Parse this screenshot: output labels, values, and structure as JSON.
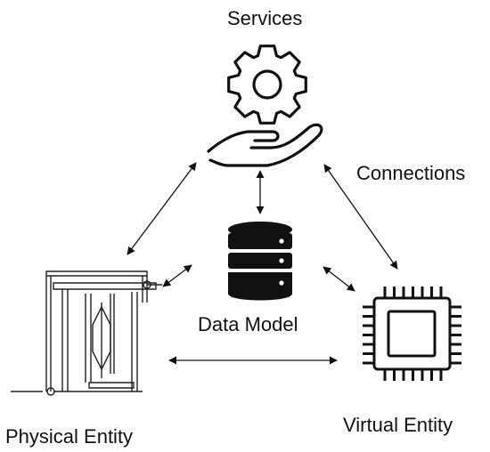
{
  "labels": {
    "services": "Services",
    "connections": "Connections",
    "data_model": "Data Model",
    "physical_entity": "Physical Entity",
    "virtual_entity": "Virtual Entity"
  },
  "colors": {
    "ink": "#111111",
    "background": "#ffffff"
  },
  "icons": {
    "services": "gear-on-hand-icon",
    "data_model": "database-icon",
    "physical_entity": "industrial-pipework-icon",
    "virtual_entity": "microchip-icon"
  }
}
